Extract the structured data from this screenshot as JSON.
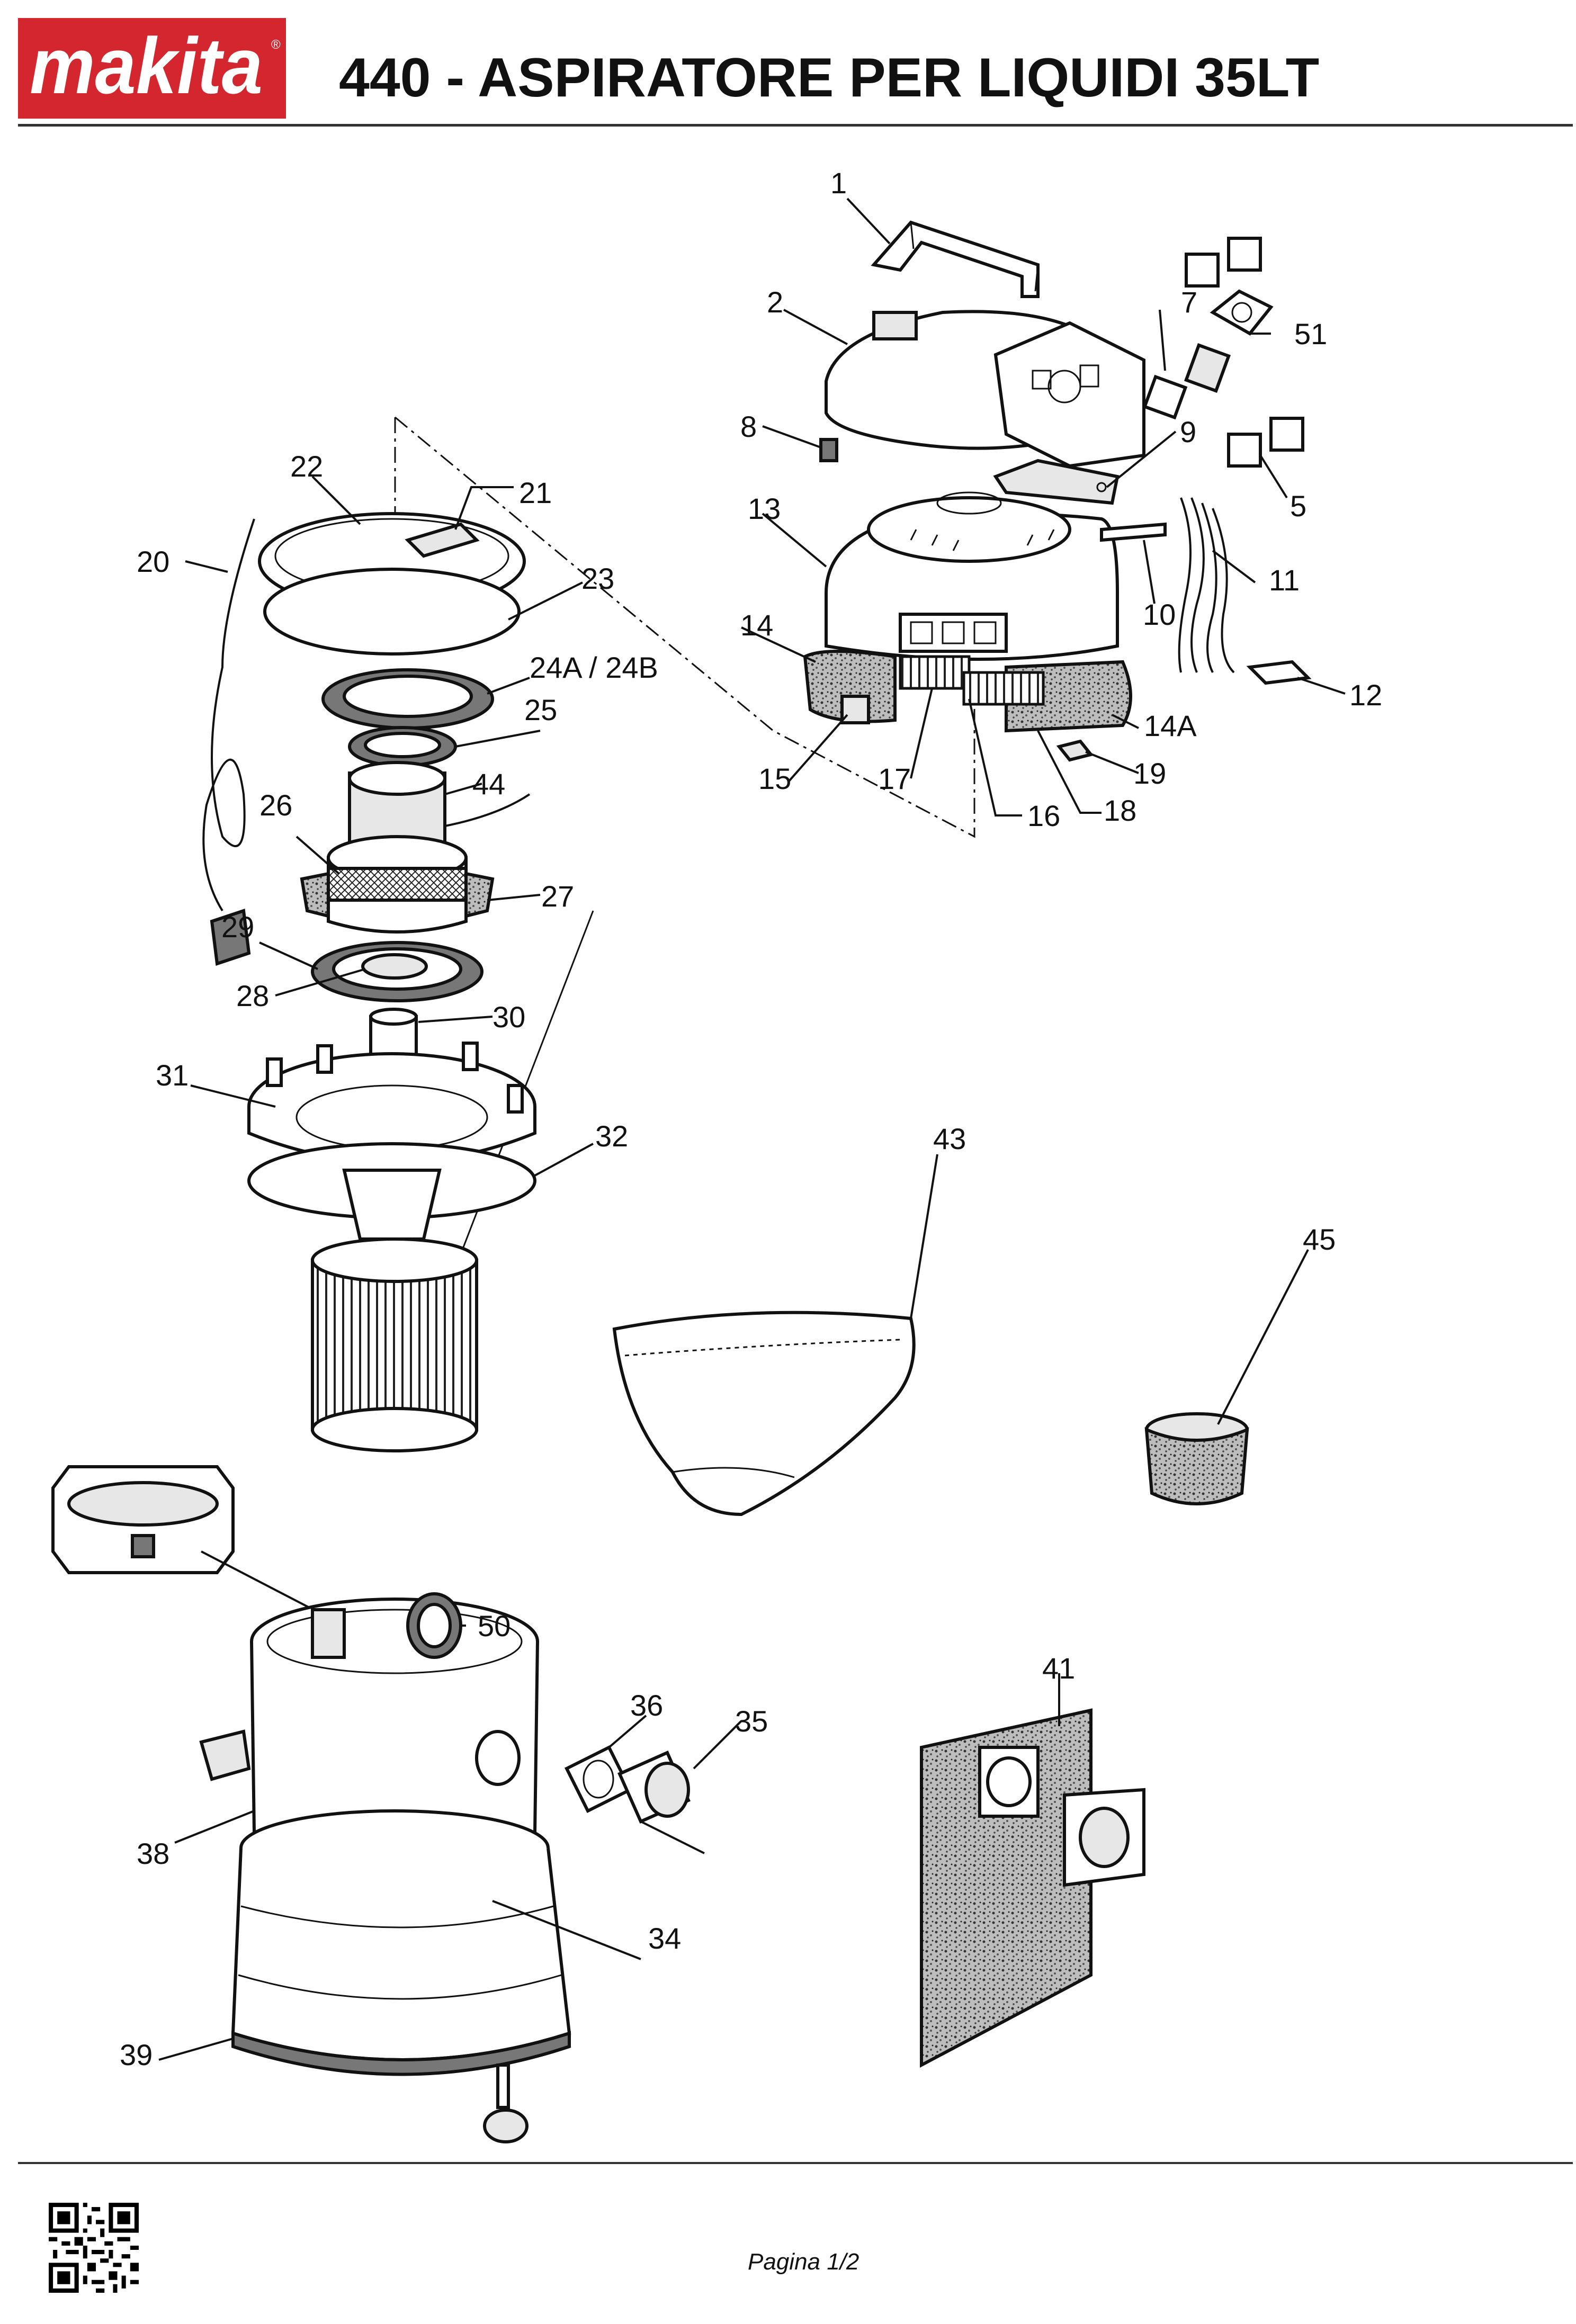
{
  "header": {
    "brand": "makita",
    "title": "440 - ASPIRATORE PER LIQUIDI 35LT",
    "brand_color": "#d4262e"
  },
  "diagram": {
    "part_labels": [
      "1",
      "2",
      "7",
      "51",
      "8",
      "9",
      "5",
      "13",
      "11",
      "10",
      "14",
      "12",
      "14A",
      "15",
      "17",
      "16",
      "18",
      "19",
      "22",
      "21",
      "20",
      "23",
      "24A / 24B",
      "25",
      "44",
      "26",
      "27",
      "29",
      "28",
      "30",
      "31",
      "32",
      "43",
      "45",
      "50",
      "36",
      "35",
      "41",
      "38",
      "34",
      "39"
    ]
  },
  "footer": {
    "page": "Pagina 1/2"
  }
}
